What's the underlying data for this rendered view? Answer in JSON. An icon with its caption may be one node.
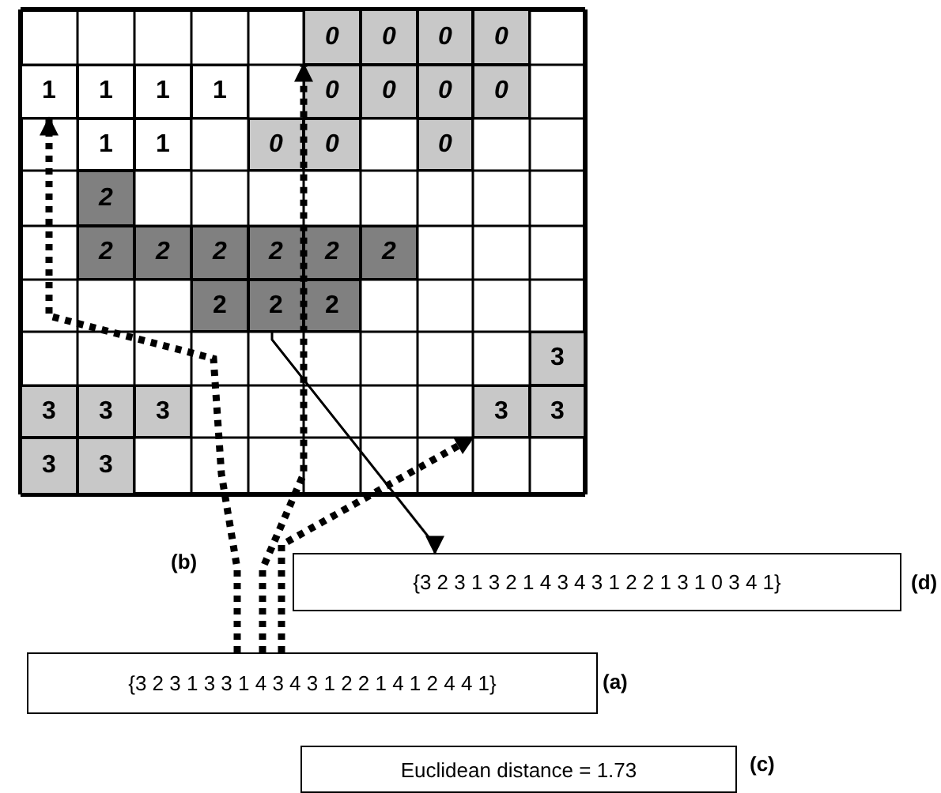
{
  "diagram": {
    "nodes": [
      {
        "text": [
          "0"
        ]
      },
      {
        "text": [
          "0"
        ]
      },
      {
        "text": [
          "0"
        ]
      },
      {
        "text": [
          "0"
        ]
      },
      {
        "text": [
          "1"
        ]
      },
      {
        "text": [
          "1"
        ]
      },
      {
        "text": [
          "1"
        ]
      },
      {
        "text": [
          "1"
        ]
      },
      {
        "text": [
          "0"
        ]
      },
      {
        "text": [
          "0"
        ]
      },
      {
        "text": [
          "0"
        ]
      },
      {
        "text": [
          "0"
        ]
      },
      {
        "text": [
          "1"
        ]
      },
      {
        "text": [
          "1"
        ]
      },
      {
        "text": [
          "0"
        ]
      },
      {
        "text": [
          "0"
        ]
      },
      {
        "text": [
          "0"
        ]
      },
      {
        "text": [
          "2"
        ]
      },
      {
        "text": [
          "2"
        ]
      },
      {
        "text": [
          "2"
        ]
      },
      {
        "text": [
          "2"
        ]
      },
      {
        "text": [
          "2"
        ]
      },
      {
        "text": [
          "2"
        ]
      },
      {
        "text": [
          "2"
        ]
      },
      {
        "text": [
          "2"
        ]
      },
      {
        "text": [
          "2"
        ]
      },
      {
        "text": [
          "2"
        ]
      },
      {
        "text": [
          "3"
        ]
      },
      {
        "text": [
          "3"
        ]
      },
      {
        "text": [
          "3"
        ]
      },
      {
        "text": [
          "3"
        ]
      },
      {
        "text": [
          "3"
        ]
      },
      {
        "text": [
          "3"
        ]
      },
      {
        "text": [
          "3"
        ]
      },
      {
        "text": [
          "3"
        ]
      },
      {
        "text": [
          "{3 2 3 1 3 2 1 4 3 4 3 1 2 2 1 3 1 0 3 4 1}"
        ],
        "beside": [
          "(d)"
        ]
      },
      {
        "text": [
          "{3 2 3 1 3 3 1 4 3 4 3 1 2 2 1 4 1 2 4 4 1}"
        ],
        "beside": [
          "(a)"
        ]
      },
      {
        "text": [
          "Euclidean distance = 1.73"
        ],
        "beside": [
          "(c)"
        ]
      }
    ],
    "edges": [
      {
        "from": 36,
        "to": 4,
        "arrow": "to",
        "style": "dashed"
      },
      {
        "from": 36,
        "to": 0,
        "arrow": "to",
        "style": "dashed"
      },
      {
        "from": 36,
        "to": 31,
        "arrow": "to",
        "style": "dashed"
      },
      {
        "from": 25,
        "to": 35,
        "arrow": "to"
      }
    ],
    "labels": [
      "(b)"
    ]
  }
}
